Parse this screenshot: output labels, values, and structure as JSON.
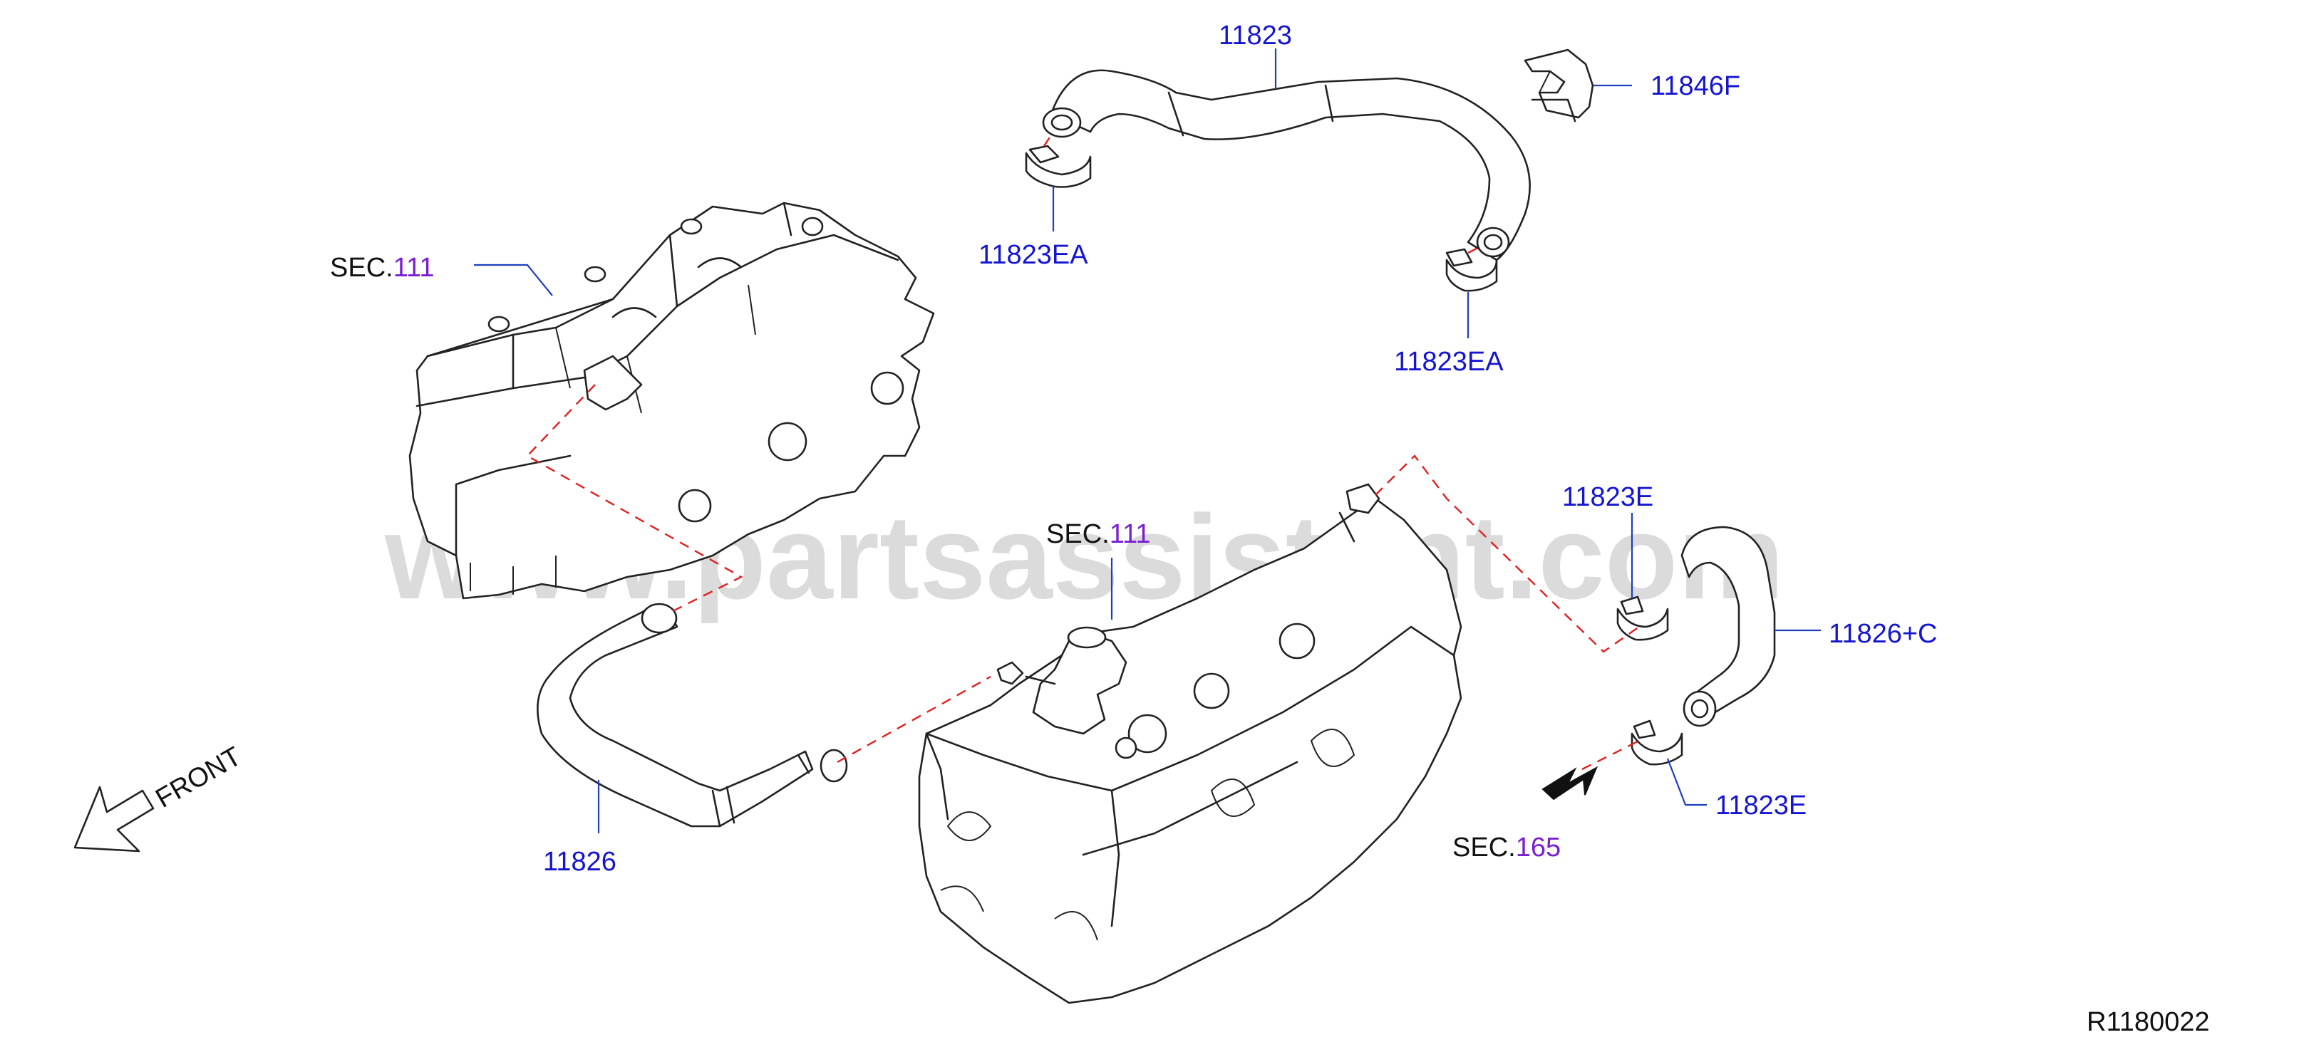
{
  "watermark": "www.partsassistant.com",
  "ref_code": "R1180022",
  "front_label": "FRONT",
  "colors": {
    "part_number": "#1515d0",
    "section_number": "#7a1fd0",
    "section_prefix": "#111111",
    "dashed_connector": "#e02020",
    "leader_line": "#1f3fbf"
  },
  "section_refs": [
    {
      "prefix": "SEC.",
      "number": "111"
    },
    {
      "prefix": "SEC.",
      "number": "111"
    },
    {
      "prefix": "SEC.",
      "number": "165"
    }
  ],
  "part_labels": [
    "11823",
    "11846F",
    "11823EA",
    "11823EA",
    "11823E",
    "11826+C",
    "11823E",
    "11826"
  ]
}
